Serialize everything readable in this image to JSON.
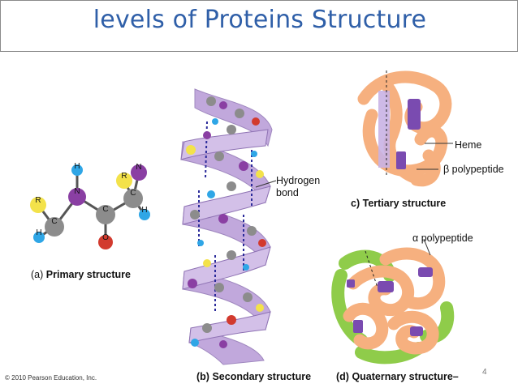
{
  "slide": {
    "title": "levels of Proteins Structure",
    "page_number": "4",
    "copyright": "© 2010 Pearson Education, Inc."
  },
  "panels": {
    "primary": {
      "letter": "(a)",
      "caption": "Primary structure",
      "atoms": [
        "H",
        "N",
        "R",
        "C",
        "C",
        "O",
        "R",
        "N",
        "C",
        "H",
        "H"
      ]
    },
    "secondary": {
      "letter": "(b)",
      "caption": "Secondary structure",
      "callout": "Hydrogen bond"
    },
    "tertiary": {
      "letter": "c)",
      "caption": "Tertiary structure",
      "callouts": [
        "Heme",
        "β polypeptide"
      ]
    },
    "quaternary": {
      "letter": "(d)",
      "caption": "Quaternary structure–",
      "callout": "α polypeptide"
    }
  },
  "colors": {
    "title": "#2f5fa8",
    "helix": "#b79ad6",
    "protein_orange": "#f6b07f",
    "protein_green": "#8fcc4a",
    "heme_purple": "#7a4bb0",
    "atom_carbon": "#8c8c8c",
    "atom_nitrogen": "#8a3fa3",
    "atom_oxygen": "#d23a2e",
    "atom_hydrogen": "#2fa6e6",
    "atom_r": "#f3e24a"
  }
}
